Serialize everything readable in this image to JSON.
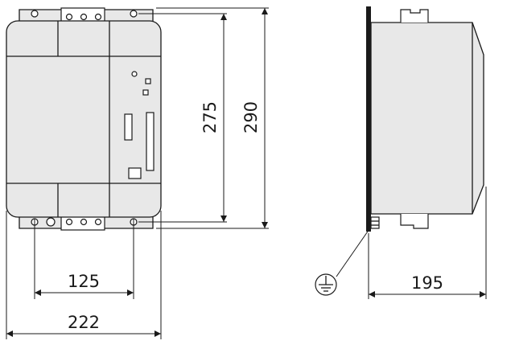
{
  "dimensions": {
    "hole_spacing_width": "125",
    "overall_width": "222",
    "hole_spacing_height": "275",
    "overall_height": "290",
    "depth": "195"
  },
  "colors": {
    "body": "#e8e8e8",
    "line": "#1a1a1a",
    "background": "#ffffff"
  },
  "icons": {
    "ground": "protective-earth-symbol"
  }
}
